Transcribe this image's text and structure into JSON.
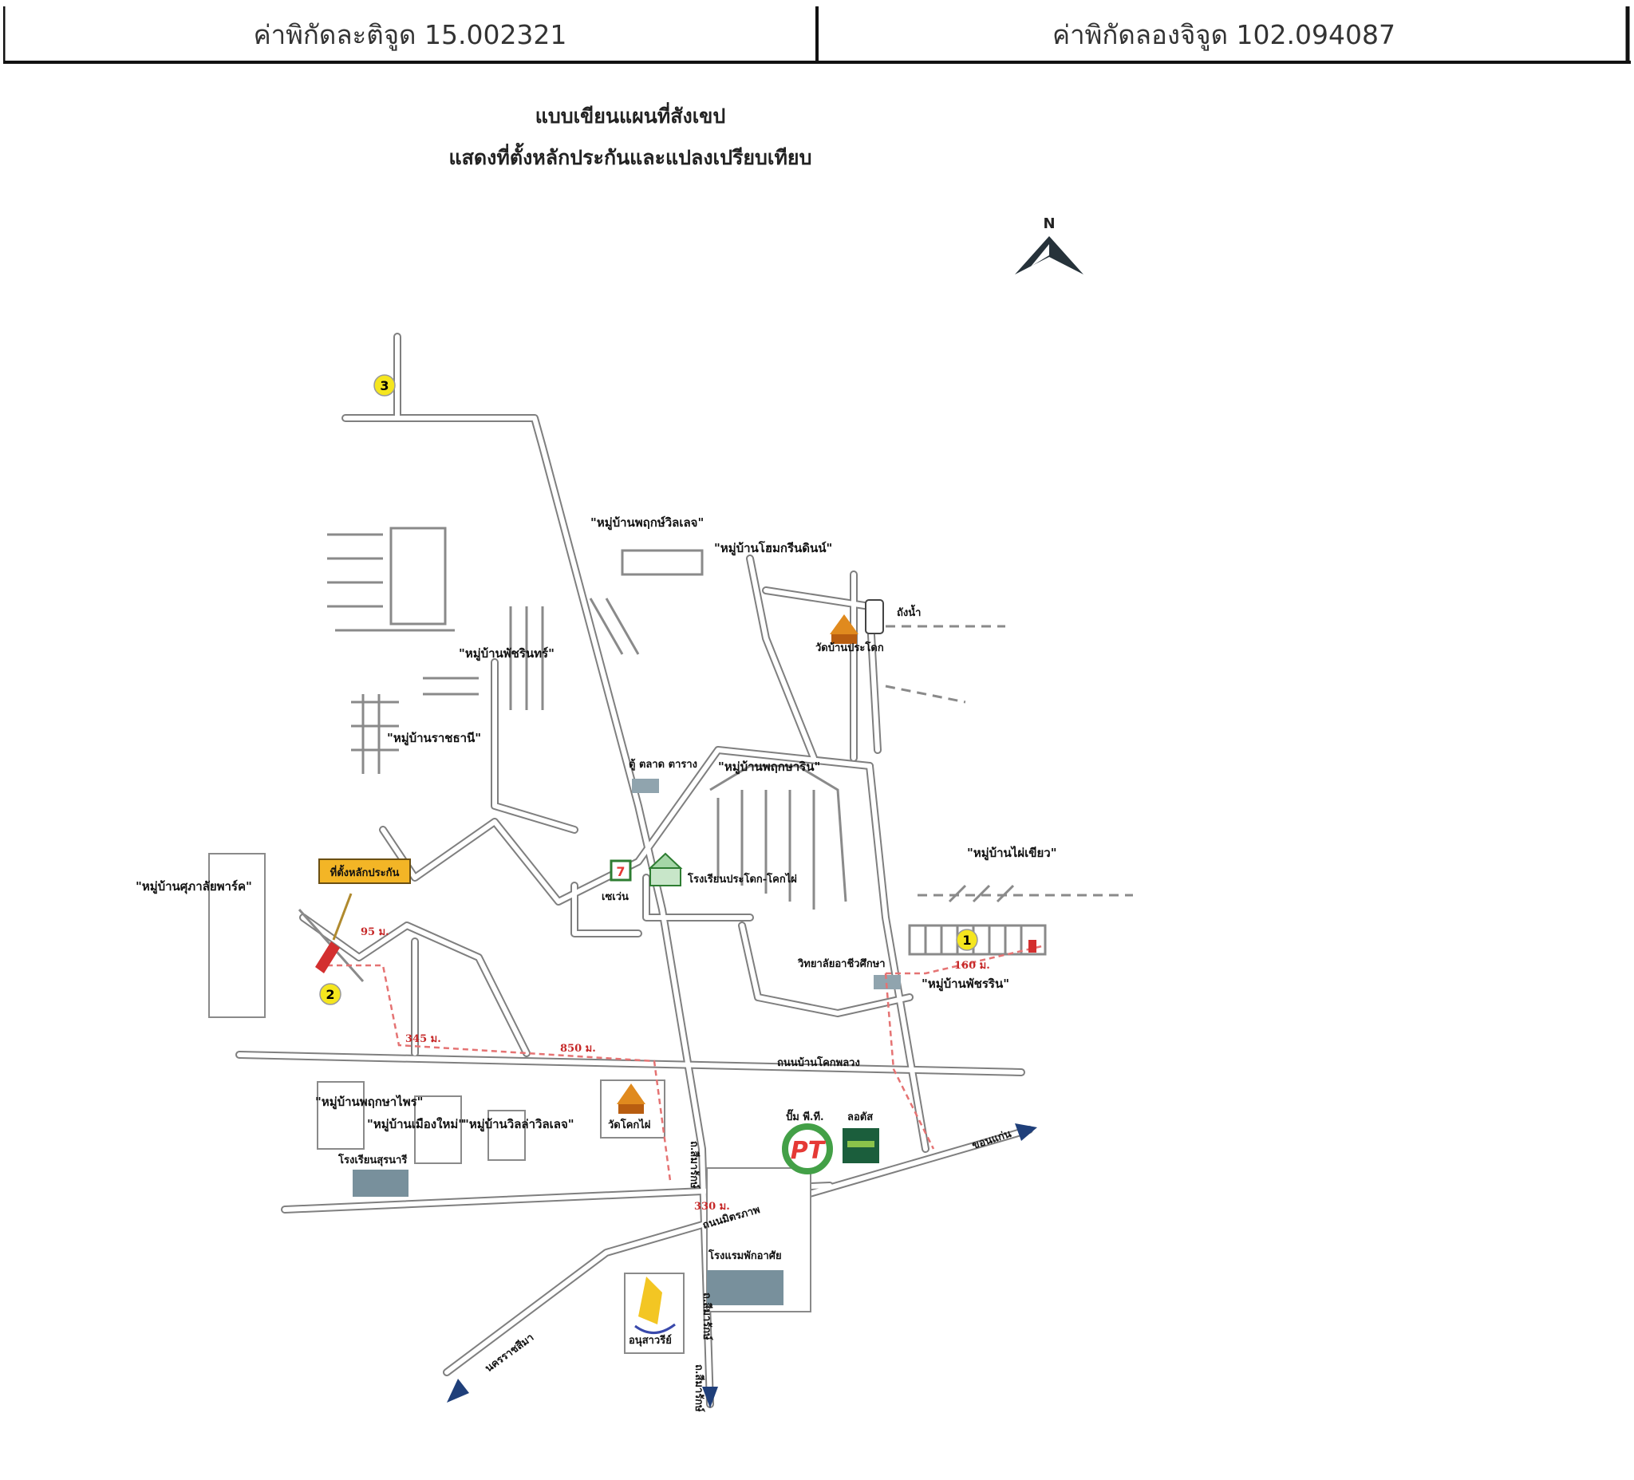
{
  "header": {
    "latitude_label": "ค่าพิกัดละติจูด 15.002321",
    "longitude_label": "ค่าพิกัดลองจิจูด 102.094087"
  },
  "titles": {
    "line1": "แบบเขียนแผนที่สังเขป",
    "line2": "แสดงที่ตั้งหลักประกันและแปลงเปรียบเทียบ"
  },
  "compass": {
    "letter": "N"
  },
  "markers": {
    "m1": "1",
    "m2": "2",
    "m3": "3"
  },
  "target_label": "ที่ตั้งหลักประกัน",
  "places": {
    "v_a": "\"หมู่บ้านพฤกษ์วิลเลจ\"",
    "v_b": "\"หมู่บ้านโฮมกรีนดินน์\"",
    "v_c": "\"หมู่บ้านพัชรินทร์\"",
    "v_d": "\"หมู่บ้านราชธานี\"",
    "v_e": "\"หมู่บ้านพฤกษาริน\"",
    "v_f": "\"หมู่บ้านไผ่เขียว\"",
    "v_g": "\"หมู่บ้านศุภาลัยพาร์ค\"",
    "v_h": "\"หมู่บ้านพัชรริน\"",
    "v_i": "\"หมู่บ้านพฤกษาไพร\"",
    "v_j": "\"หมู่บ้านเมืองใหม่\"",
    "v_k": "\"หมู่บ้านวิลล่าวิลเลจ\"",
    "temple1": "วัดบ้านประโดก",
    "water": "ถังน้ำ",
    "market": "ตู้ ตลาด ตาราง",
    "seven": "เซเว่น",
    "school1": "โรงเรียนประโดก-โคกไผ่",
    "college": "วิทยาลัยอาชีวศึกษา",
    "road_local": "ถนนบ้านโคกพลวง",
    "temple2": "วัดโคกไผ่",
    "pt": "ปั๊ม พี.ที.",
    "lotus": "ลอตัส",
    "school2": "โรงเรียนสุรนารี",
    "road_main": "ถนนมิตรภาพ",
    "factory": "โรงแรมพักอาศัย",
    "monument": "อนุสาวรีย์",
    "dir_n": "ถ.สีมารักษ์",
    "dir_s": "ถ.สีมารักษ์",
    "dir_w": "นครราชสีมา",
    "dir_e": "ขอนแก่น",
    "dir_s2": "ถ.สีมารักษ์"
  },
  "distances": {
    "d95": "95 ม.",
    "d345": "345 ม.",
    "d850": "850 ม.",
    "d330": "330 ม.",
    "d160": "160 ม."
  },
  "colors": {
    "road": "#7f7f7f",
    "marker": "#f5e61e",
    "target_box": "#f3b526",
    "plot_red": "#d32f2f",
    "arrow": "#1f3f7a"
  }
}
